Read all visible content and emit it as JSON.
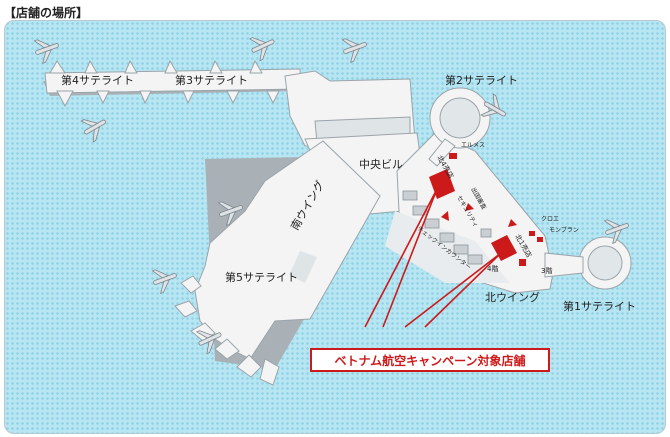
{
  "heading": "【店舗の場所】",
  "map": {
    "satellites": {
      "sat4": "第4サテライト",
      "sat3": "第3サテライト",
      "sat2": "第2サテライト",
      "sat5": "第5サテライト",
      "sat1": "第1サテライト"
    },
    "buildings": {
      "central": "中央ビル",
      "south_wing": "南ウイング",
      "north_wing": "北ウイング"
    },
    "facilities": {
      "north_shop_b": "北4売店",
      "north_shop_a": "北1売店",
      "departure_gate": "出国審査",
      "security": "セキュリティ",
      "checkin": "チェックインカウンター",
      "floor4": "4階",
      "floor3": "3階"
    },
    "brands": {
      "hermes": "エルメス",
      "chloe": "クロエ",
      "montblanc": "モンブラン"
    },
    "callout": "ベトナム航空キャンペーン対象店舗"
  },
  "colors": {
    "sea": "#b7e6f2",
    "building": "#f4f4f4",
    "building_shadow": "#a9b1b6",
    "highlight": "#cc1a1a"
  }
}
